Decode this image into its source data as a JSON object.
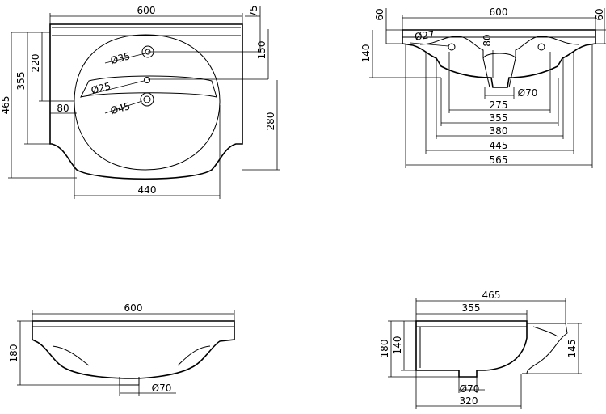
{
  "top_view": {
    "width": "600",
    "edge_to_hole": "75",
    "hole_drop": "150",
    "overall_depth": "465",
    "front_depth": "355",
    "faucet_depth": "220",
    "basin_depth": "280",
    "side_offset": "80",
    "basin_width": "440",
    "faucet_hole": "Ø35",
    "overflow_hole": "Ø25",
    "drain_hole": "Ø45"
  },
  "back_view": {
    "width": "600",
    "left_rim": "60",
    "right_rim": "60",
    "height": "140",
    "fixing_hole": "Ø27",
    "drain_drop": "80",
    "drain_dia": "Ø70",
    "w275": "275",
    "w355": "355",
    "w380": "380",
    "w445": "445",
    "w565": "565"
  },
  "front_view": {
    "width": "600",
    "height": "180",
    "drain_dia": "Ø70"
  },
  "side_view": {
    "depth": "465",
    "depth2": "355",
    "height": "180",
    "height2": "140",
    "pedestal": "145",
    "drain_dia": "Ø70",
    "base": "320"
  }
}
